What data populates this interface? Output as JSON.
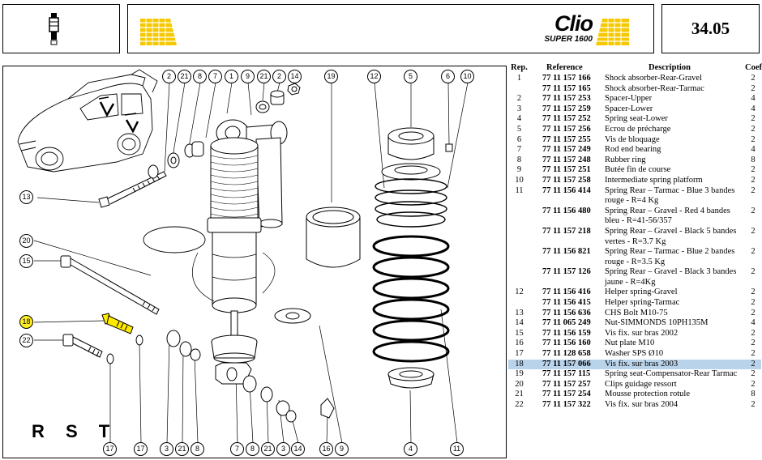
{
  "header": {
    "icon": "shock-absorber-icon",
    "brand_logo": "Clio",
    "brand_model": "SUPER 1600",
    "page_number": "34.05",
    "accent_color": "#f5c800"
  },
  "diagram": {
    "group_label": "R S T",
    "callouts": [
      "2",
      "21",
      "8",
      "7",
      "1",
      "9",
      "21",
      "2",
      "14",
      "19",
      "12",
      "5",
      "6",
      "10",
      "13",
      "20",
      "15",
      "18",
      "22",
      "17",
      "17",
      "3",
      "21",
      "8",
      "7",
      "8",
      "21",
      "3",
      "14",
      "16",
      "9",
      "4",
      "11"
    ]
  },
  "table": {
    "headers": {
      "rep": "Rep.",
      "reference": "Reference",
      "description": "Description",
      "coef": "Coef"
    },
    "rows": [
      {
        "rep": "1",
        "ref": "77 11 157 166",
        "desc": "Shock absorber-Rear-Gravel",
        "coef": "2"
      },
      {
        "rep": "",
        "ref": "77 11 157 165",
        "desc": "Shock absorber-Rear-Tarmac",
        "coef": "2"
      },
      {
        "rep": "2",
        "ref": "77 11 157 253",
        "desc": "Spacer-Upper",
        "coef": "4"
      },
      {
        "rep": "3",
        "ref": "77 11 157 259",
        "desc": "Spacer-Lower",
        "coef": "4"
      },
      {
        "rep": "4",
        "ref": "77 11 157 252",
        "desc": "Spring seat-Lower",
        "coef": "2"
      },
      {
        "rep": "5",
        "ref": "77 11 157 256",
        "desc": "Ecrou de précharge",
        "coef": "2"
      },
      {
        "rep": "6",
        "ref": "77 11 157 255",
        "desc": "Vis de bloquage",
        "coef": "2"
      },
      {
        "rep": "7",
        "ref": "77 11 157 249",
        "desc": "Rod end bearing",
        "coef": "4"
      },
      {
        "rep": "8",
        "ref": "77 11 157 248",
        "desc": "Rubber ring",
        "coef": "8"
      },
      {
        "rep": "9",
        "ref": "77 11 157 251",
        "desc": "Butée fin de course",
        "coef": "2"
      },
      {
        "rep": "10",
        "ref": "77 11 157 258",
        "desc": "Intermediate spring platform",
        "coef": "2"
      },
      {
        "rep": "11",
        "ref": "77 11 156 414",
        "desc": "Spring Rear – Tarmac - Blue 3 bandes rouge - R=4 Kg",
        "coef": "2"
      },
      {
        "rep": "",
        "ref": "77 11 156 480",
        "desc": "Spring Rear – Gravel - Red 4 bandes bleu - R=41-56/357",
        "coef": "2"
      },
      {
        "rep": "",
        "ref": "77 11 157 218",
        "desc": "Spring Rear – Gravel - Black 5 bandes vertes - R=3.7 Kg",
        "coef": "2"
      },
      {
        "rep": "",
        "ref": "77 11 156 821",
        "desc": "Spring Rear – Tarmac - Blue 2 bandes rouge - R=3.5 Kg",
        "coef": "2"
      },
      {
        "rep": "",
        "ref": "77 11 157 126",
        "desc": "Spring Rear – Gravel - Black 3 bandes jaune - R=4Kg",
        "coef": "2"
      },
      {
        "rep": "12",
        "ref": "77 11 156 416",
        "desc": "Helper spring-Gravel",
        "coef": "2"
      },
      {
        "rep": "",
        "ref": "77 11 156 415",
        "desc": "Helper spring-Tarmac",
        "coef": "2"
      },
      {
        "rep": "13",
        "ref": "77 11 156 636",
        "desc": "CHS Bolt M10-75",
        "coef": "2"
      },
      {
        "rep": "14",
        "ref": "77 11 065 249",
        "desc": "Nut-SIMMONDS 10PH135M",
        "coef": "4"
      },
      {
        "rep": "15",
        "ref": "77 11 156 159",
        "desc": "Vis fix. sur bras 2002",
        "coef": "2"
      },
      {
        "rep": "16",
        "ref": "77 11 156 160",
        "desc": "Nut plate M10",
        "coef": "2"
      },
      {
        "rep": "17",
        "ref": "77 11 128 658",
        "desc": "Washer SPS Ø10",
        "coef": "2"
      },
      {
        "rep": "18",
        "ref": "77 11 157 066",
        "desc": "Vis fix. sur bras 2003",
        "coef": "2",
        "selected": true
      },
      {
        "rep": "19",
        "ref": "77 11 157 115",
        "desc": "Spring seat-Compensator-Rear Tarmac",
        "coef": "2"
      },
      {
        "rep": "20",
        "ref": "77 11 157 257",
        "desc": "Clips guidage ressort",
        "coef": "2"
      },
      {
        "rep": "21",
        "ref": "77 11 157 254",
        "desc": "Mousse protection rotule",
        "coef": "8"
      },
      {
        "rep": "22",
        "ref": "77 11 157 322",
        "desc": "Vis fix. sur bras 2004",
        "coef": "2"
      }
    ]
  }
}
